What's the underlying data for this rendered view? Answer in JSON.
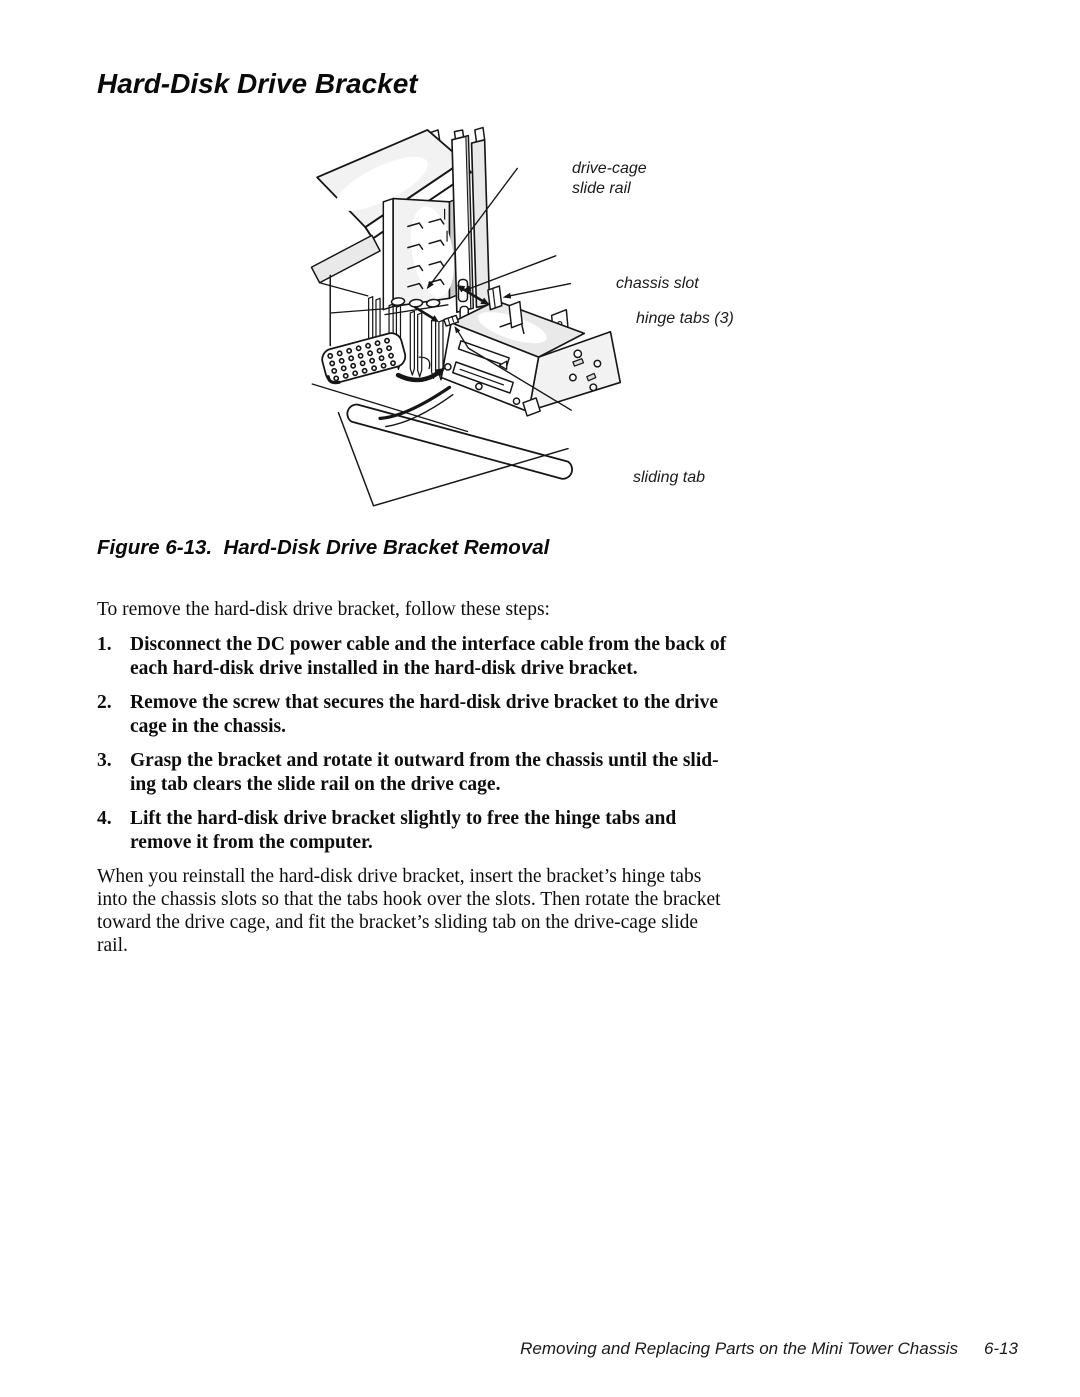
{
  "doc": {
    "heading": "Hard-Disk Drive Bracket",
    "figure": {
      "caption": "Figure 6-13.  Hard-Disk Drive Bracket Removal",
      "callouts": {
        "slide_rail_line1": "drive-cage",
        "slide_rail_line2": "slide rail",
        "chassis_slot": "chassis slot",
        "hinge_tabs": "hinge tabs (3)",
        "sliding_tab": "sliding tab"
      }
    },
    "intro": "To remove the hard-disk drive bracket, follow these steps:",
    "steps": [
      {
        "num": "1.",
        "lines": [
          "Disconnect the DC power cable and the interface cable from the back of",
          "each hard-disk drive installed in the hard-disk drive bracket."
        ]
      },
      {
        "num": "2.",
        "lines": [
          "Remove the screw that secures the hard-disk drive bracket to the drive",
          "cage in the chassis."
        ]
      },
      {
        "num": "3.",
        "lines": [
          "Grasp the bracket and rotate it outward from the chassis until the slid-",
          "ing tab clears the slide rail on the drive cage."
        ]
      },
      {
        "num": "4.",
        "lines": [
          "Lift the hard-disk drive bracket slightly to free the hinge tabs and",
          "remove it from the computer."
        ]
      }
    ],
    "closing_lines": [
      "When you reinstall the hard-disk drive bracket, insert the bracket’s hinge tabs",
      "into the chassis slots so that the tabs hook over the slots. Then rotate the bracket",
      "toward the drive cage, and fit the bracket’s sliding tab on the drive-cage slide",
      "rail."
    ],
    "footer": {
      "text": "Removing and Replacing Parts on the Mini Tower Chassis",
      "page": "6-13"
    },
    "colors": {
      "ink": "#161616",
      "panel_gray": "#e9e9e9"
    }
  }
}
